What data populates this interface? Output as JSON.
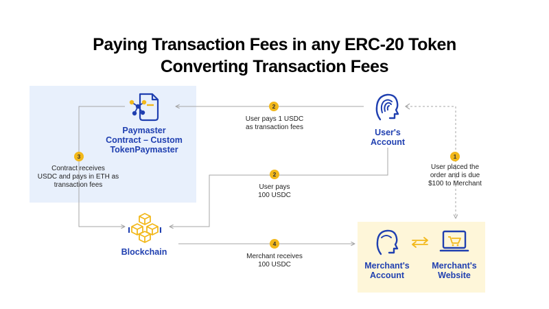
{
  "title": {
    "line1": "Paying Transaction Fees in any ERC-20 Token",
    "line2": "Converting Transaction Fees"
  },
  "nodes": {
    "paymaster": {
      "line1": "Paymaster",
      "line2": "Contract – Custom",
      "line3": "TokenPaymaster"
    },
    "user": {
      "line1": "User's",
      "line2": "Account"
    },
    "blockchain": {
      "line1": "Blockchain"
    },
    "merchant_account": {
      "line1": "Merchant's",
      "line2": "Account"
    },
    "merchant_website": {
      "line1": "Merchant's",
      "line2": "Website"
    }
  },
  "steps": [
    {
      "badge": "1",
      "line1": "User placed the",
      "line2": "order and is due",
      "line3": "$100 to Merchant"
    },
    {
      "badge": "2",
      "line1": "User pays 1 USDC",
      "line2": "as transaction fees"
    },
    {
      "badge": "2",
      "line1": "User pays",
      "line2": "100 USDC"
    },
    {
      "badge": "3",
      "line1": "Contract receives",
      "line2": "USDC and pays in ETH as",
      "line3": "transaction fees"
    },
    {
      "badge": "4",
      "line1": "Merchant receives",
      "line2": "100 USDC"
    }
  ],
  "colors": {
    "accent_blue": "#1F3FB0",
    "accent_yellow": "#F2B81B",
    "paymaster_panel": "#E8F0FC",
    "merchant_panel": "#FEF6D9",
    "connector": "#A6A6A6"
  },
  "icons": {
    "paymaster": "contract-document-icon",
    "user": "user-head-icon",
    "blockchain": "blockchain-cubes-icon",
    "merchant_account": "merchant-head-icon",
    "merchant_website": "laptop-cart-icon",
    "exchange": "exchange-arrows-icon"
  }
}
